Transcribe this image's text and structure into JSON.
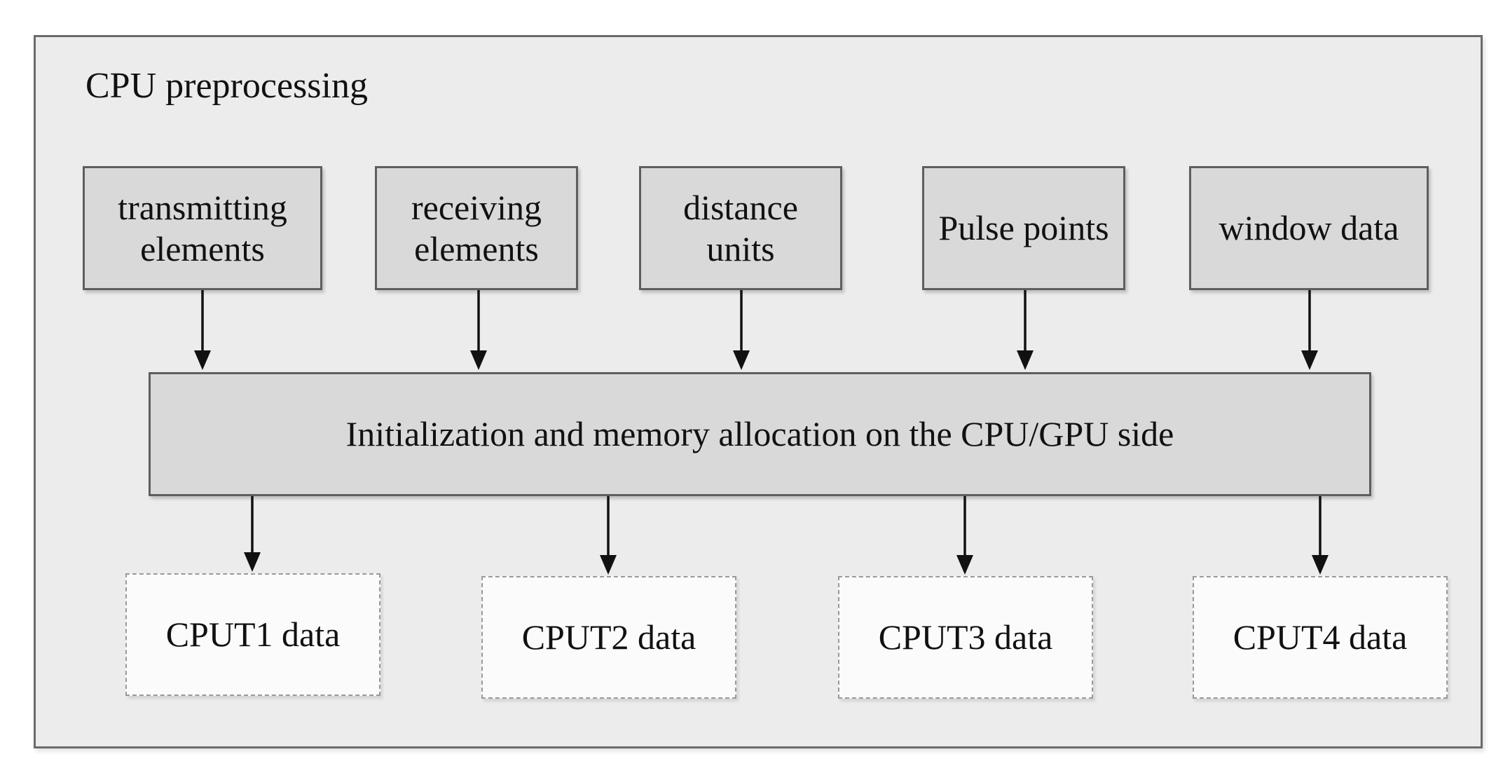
{
  "title": "CPU preprocessing",
  "inputs": [
    {
      "lines": [
        "transmitting",
        "elements"
      ]
    },
    {
      "lines": [
        "receiving",
        "elements"
      ]
    },
    {
      "lines": [
        "distance",
        "units"
      ]
    },
    {
      "lines": [
        "Pulse points"
      ]
    },
    {
      "lines": [
        "window data"
      ]
    }
  ],
  "process": {
    "label": "Initialization and memory allocation on the CPU/GPU side"
  },
  "outputs": [
    {
      "label": "CPUT1 data"
    },
    {
      "label": "CPUT2 data"
    },
    {
      "label": "CPUT3 data"
    },
    {
      "label": "CPUT4 data"
    }
  ]
}
